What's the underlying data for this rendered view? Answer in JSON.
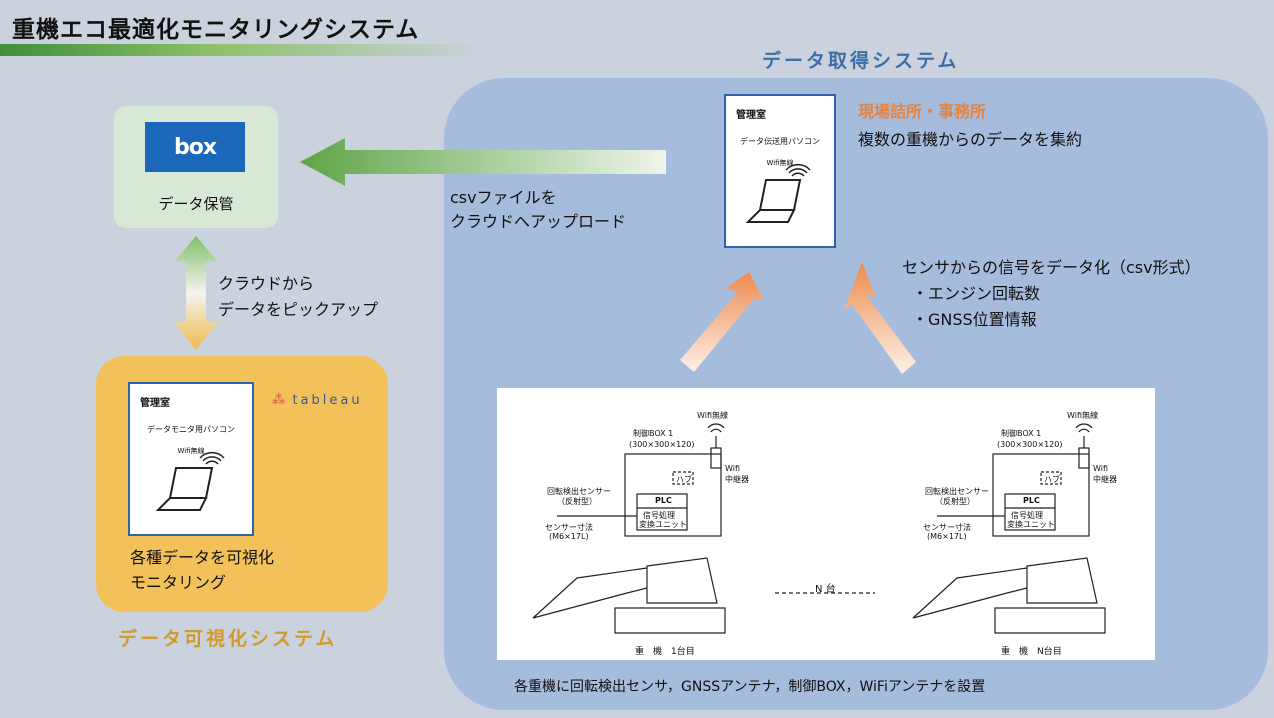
{
  "title": "重機エコ最適化モニタリングシステム",
  "acquisition": {
    "title": "データ取得システム",
    "site_office": "現場詰所・事務所",
    "aggregate": "複数の重機からのデータを集約",
    "doc": {
      "room": "管理室",
      "pc": "データ伝送用パソコン",
      "wifi": "Wifi無線"
    },
    "signal": "センサからの信号をデータ化（csv形式）",
    "item1": "・エンジン回転数",
    "item2": "・GNSS位置情報"
  },
  "upload": {
    "line1": "csvファイルを",
    "line2": "クラウドへアップロード"
  },
  "storage": {
    "logo": "box",
    "caption": "データ保管"
  },
  "pickup": {
    "line1": "クラウドから",
    "line2": "データをピックアップ"
  },
  "visualization": {
    "title": "データ可視化システム",
    "logo": "tableau",
    "doc": {
      "room": "管理室",
      "pc": "データモニタ用パソコン",
      "wifi": "Wifi無線"
    },
    "line1": "各種データを可視化",
    "line2": "モニタリング"
  },
  "machines": {
    "ctrl_box": "制御BOX 1",
    "ctrl_dim": "(300×300×120)",
    "wifi": "Wifi無線",
    "relay1": "Wifi",
    "relay2": "中継器",
    "hub": "ハブ",
    "plc": "PLC",
    "proc1": "信号処理",
    "proc2": "変換ユニット",
    "sensor1": "回転検出センサー",
    "sensor2": "（反射型）",
    "size1": "センサー寸法",
    "size2": "(M6×17L)",
    "n_units": "N 台",
    "label1": "重　機　1台目",
    "label2": "重　機　N台目"
  },
  "footer": "各重機に回転検出センサ，GNSSアンテナ，制御BOX，WiFiアンテナを設置",
  "colors": {
    "accent_blue": "#3d6fa6",
    "accent_orange": "#e8833c",
    "vis_panel": "#f3c15a",
    "acq_panel": "#a6bcdc"
  }
}
